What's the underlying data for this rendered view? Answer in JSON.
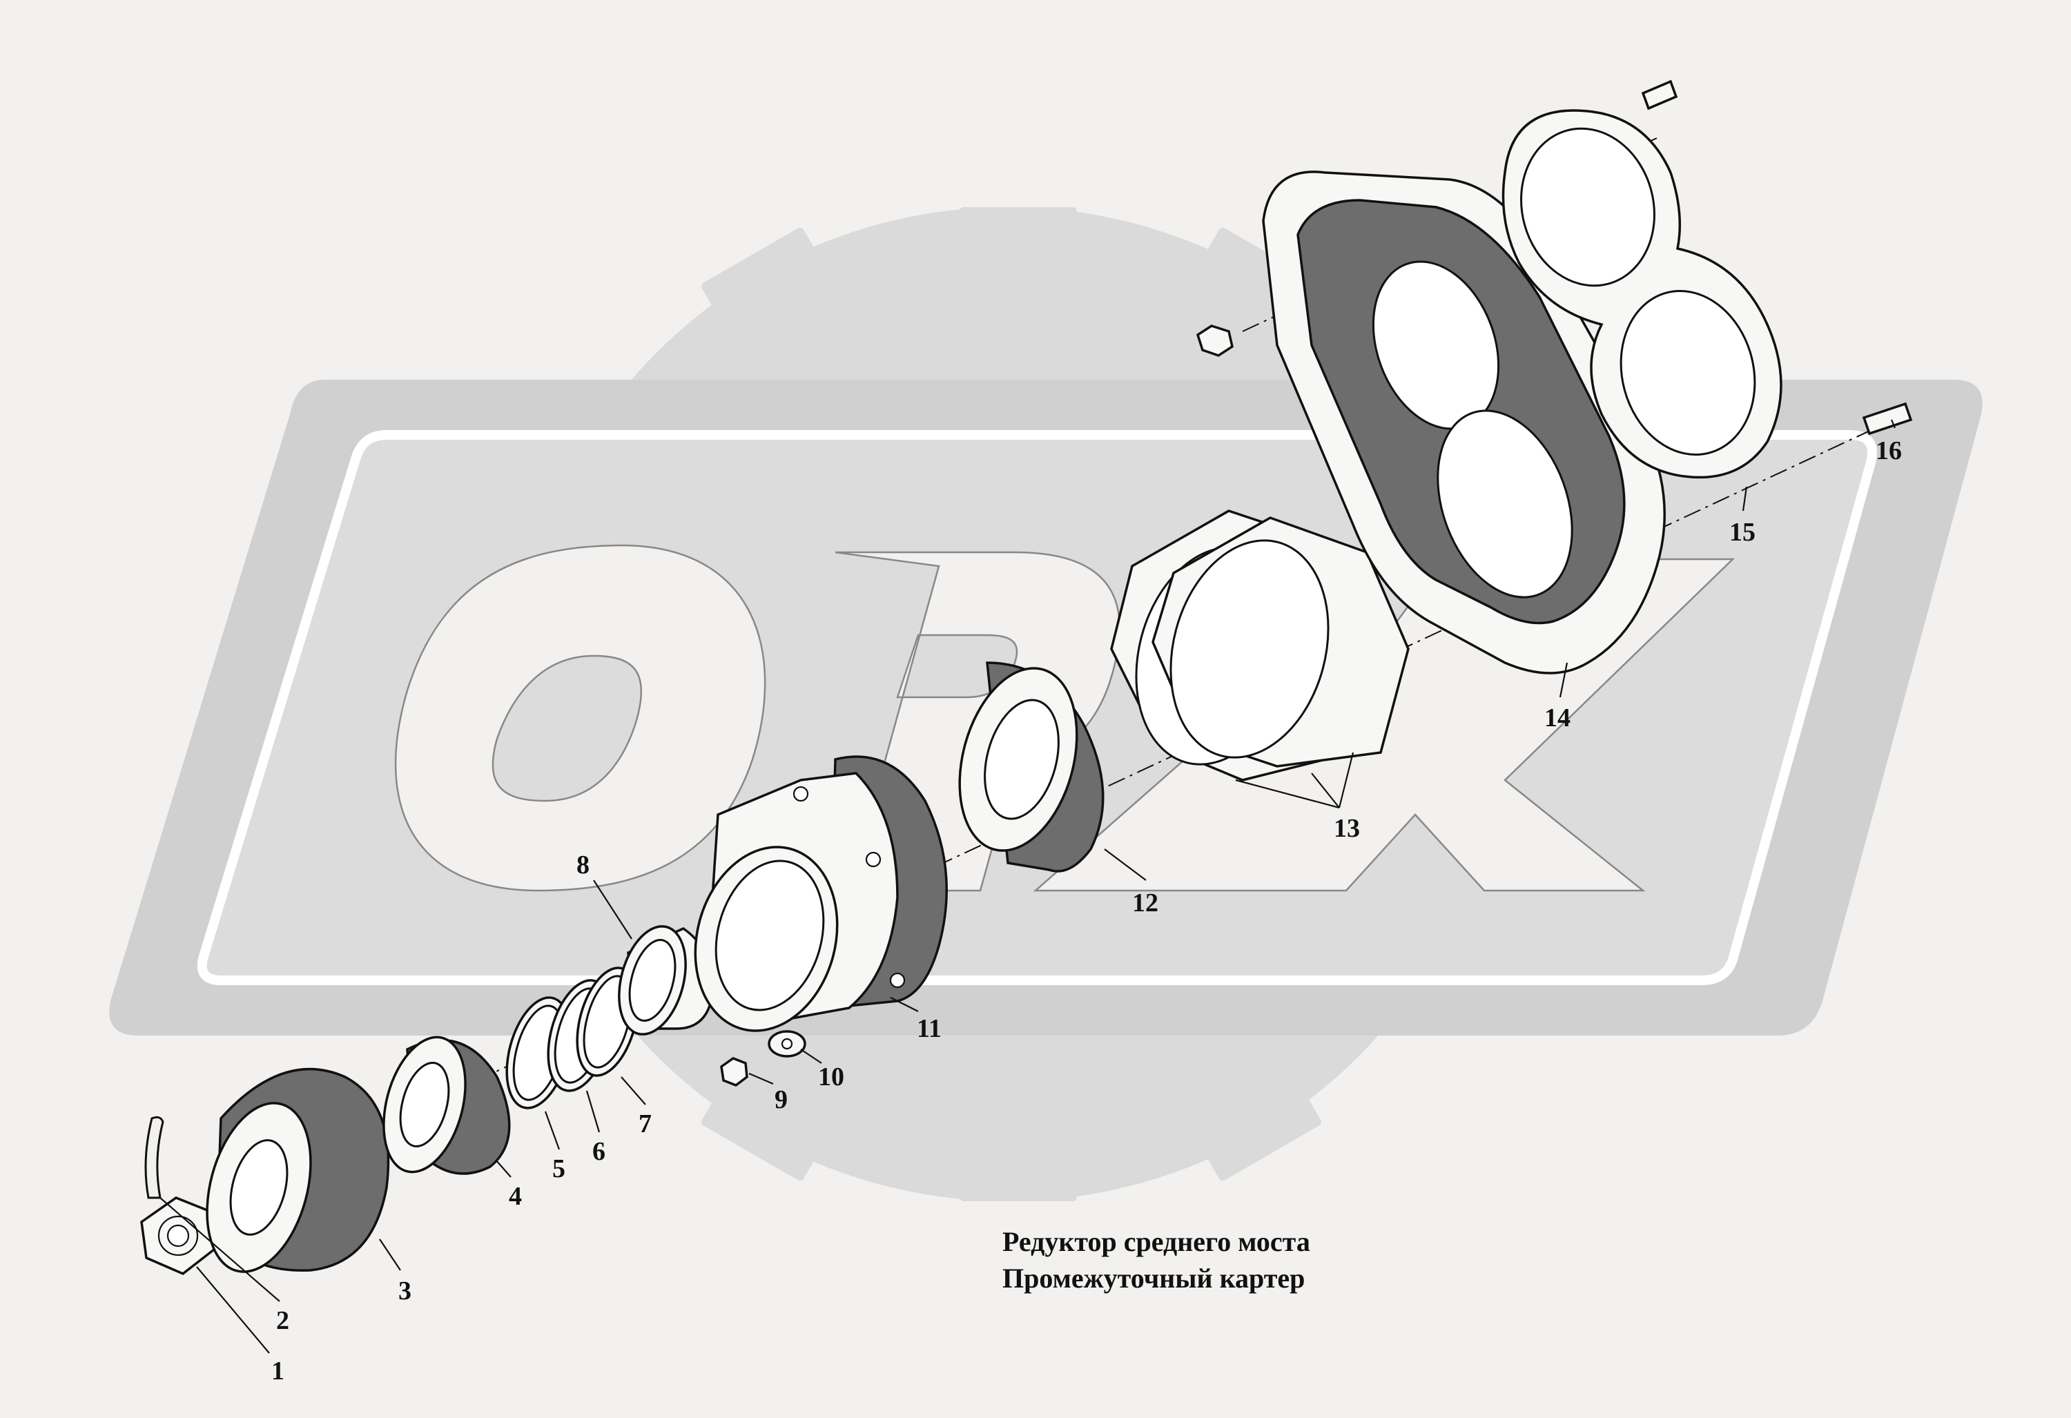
{
  "caption": {
    "line1": "Редуктор среднего моста",
    "line2": "Промежуточный картер"
  },
  "callouts": [
    {
      "id": "1",
      "label": "1"
    },
    {
      "id": "2",
      "label": "2"
    },
    {
      "id": "3",
      "label": "3"
    },
    {
      "id": "4",
      "label": "4"
    },
    {
      "id": "5",
      "label": "5"
    },
    {
      "id": "6",
      "label": "6"
    },
    {
      "id": "7",
      "label": "7"
    },
    {
      "id": "8",
      "label": "8"
    },
    {
      "id": "9",
      "label": "9"
    },
    {
      "id": "10",
      "label": "10"
    },
    {
      "id": "11",
      "label": "11"
    },
    {
      "id": "12",
      "label": "12"
    },
    {
      "id": "13",
      "label": "13"
    },
    {
      "id": "14",
      "label": "14"
    },
    {
      "id": "15",
      "label": "15"
    },
    {
      "id": "16",
      "label": "16"
    }
  ],
  "colors": {
    "background": "#f2f1ef",
    "watermark": "#d9d9d9",
    "ink": "#111111"
  }
}
